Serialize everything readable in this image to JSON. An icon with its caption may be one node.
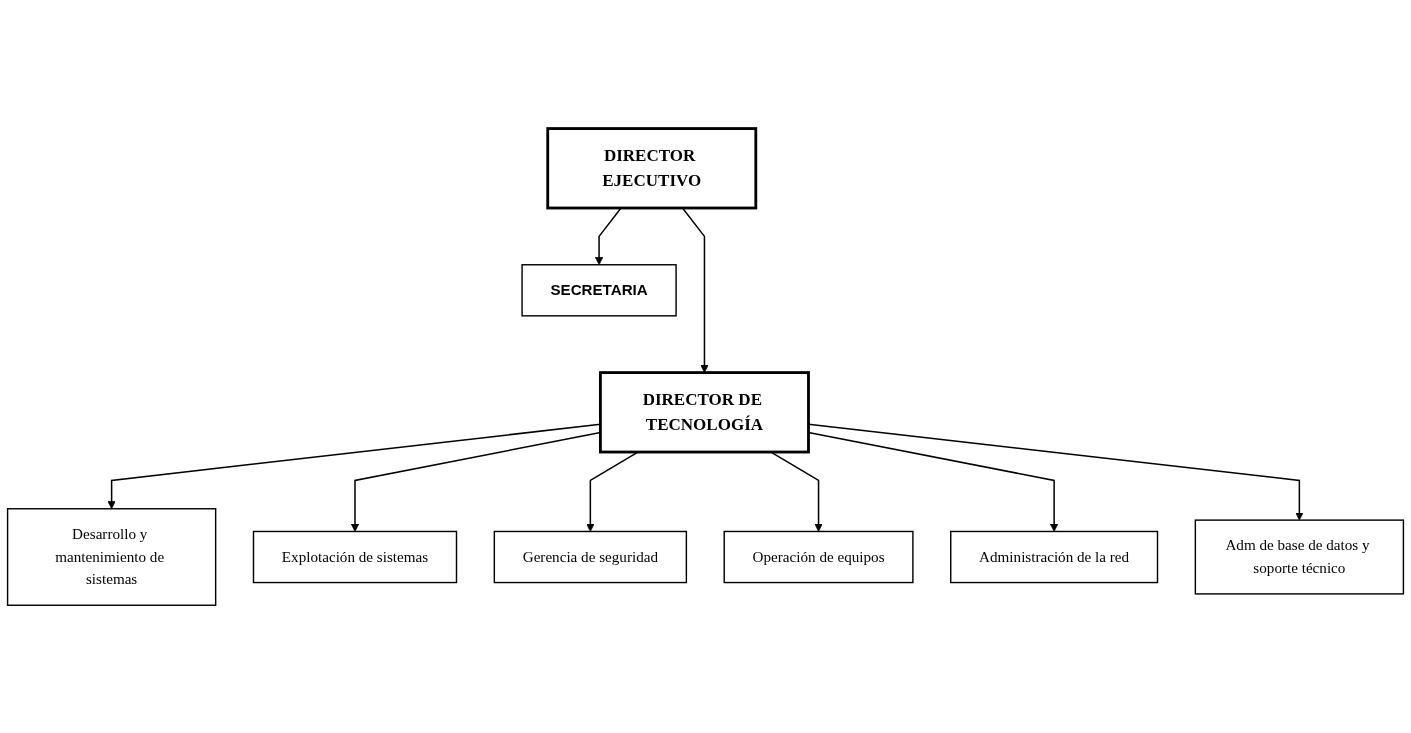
{
  "diagram": {
    "nodes": [
      {
        "text": [
          "DIRECTOR EJECUTIVO"
        ]
      },
      {
        "text": [
          "SECRETARIA"
        ]
      },
      {
        "text": [
          "DIRECTOR DE TECNOLOGÍA"
        ]
      },
      {
        "text": [
          "Desarrollo y mantenimiento de sistemas"
        ]
      },
      {
        "text": [
          "Explotación de sistemas"
        ]
      },
      {
        "text": [
          "Gerencia de seguridad"
        ]
      },
      {
        "text": [
          "Operación de equipos"
        ]
      },
      {
        "text": [
          "Administración de la red"
        ]
      },
      {
        "text": [
          "Adm de base de datos y soporte técnico"
        ]
      }
    ],
    "edges": [
      {
        "from": 0,
        "to": 1,
        "arrow": "to"
      },
      {
        "from": 0,
        "to": 2,
        "arrow": "to"
      },
      {
        "from": 2,
        "to": 3,
        "arrow": "to"
      },
      {
        "from": 2,
        "to": 4,
        "arrow": "to"
      },
      {
        "from": 2,
        "to": 5,
        "arrow": "to"
      },
      {
        "from": 2,
        "to": 6,
        "arrow": "to"
      },
      {
        "from": 2,
        "to": 7,
        "arrow": "to"
      },
      {
        "from": 2,
        "to": 8,
        "arrow": "to"
      }
    ]
  }
}
